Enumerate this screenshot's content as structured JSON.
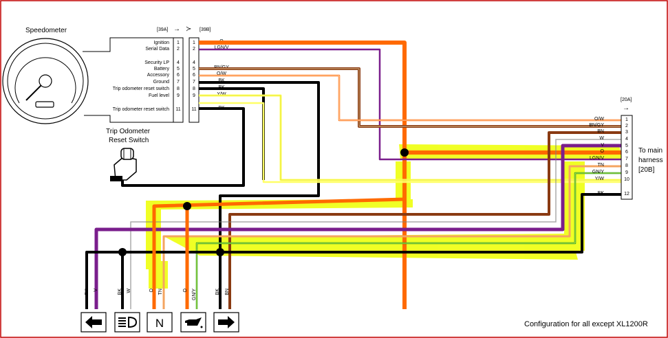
{
  "speedometer": {
    "title": "Speedometer"
  },
  "trip_switch": {
    "line1": "Trip Odometer",
    "line2": "Reset Switch"
  },
  "connector_a": {
    "label": "[39A]",
    "arrow": "→"
  },
  "connector_b": {
    "label": "[39B]"
  },
  "pins_left": [
    {
      "name": "Ignition",
      "num": "1"
    },
    {
      "name": "Serial Data",
      "num": "2"
    },
    {
      "name": "Security LP",
      "num": "4"
    },
    {
      "name": "Battery",
      "num": "5"
    },
    {
      "name": "Accessory",
      "num": "6"
    },
    {
      "name": "Ground",
      "num": "7"
    },
    {
      "name": "Trip odometer reset switch",
      "num": "8"
    },
    {
      "name": "Fuel level",
      "num": "9"
    },
    {
      "name": "Trip odometer reset switch",
      "num": "11"
    }
  ],
  "pins_right": [
    {
      "num": "1",
      "wire": "O"
    },
    {
      "num": "2",
      "wire": "LGN/V"
    },
    {
      "num": "4",
      "wire": ""
    },
    {
      "num": "5",
      "wire": "BN/GY"
    },
    {
      "num": "6",
      "wire": "O/W"
    },
    {
      "num": "7",
      "wire": "BK"
    },
    {
      "num": "8",
      "wire": "BK"
    },
    {
      "num": "9",
      "wire": "Y/W"
    },
    {
      "num": "11",
      "wire": "BK"
    }
  ],
  "connector_20a": {
    "label": "[20A]",
    "arrow": "→"
  },
  "pins_20a": [
    {
      "wire": "O/W",
      "num": "1"
    },
    {
      "wire": "BN/GY",
      "num": "2"
    },
    {
      "wire": "BN",
      "num": "3"
    },
    {
      "wire": "W",
      "num": "4"
    },
    {
      "wire": "V",
      "num": "5"
    },
    {
      "wire": "O",
      "num": "6"
    },
    {
      "wire": "LGN/V",
      "num": "7"
    },
    {
      "wire": "TN",
      "num": "8"
    },
    {
      "wire": "GN/Y",
      "num": "9"
    },
    {
      "wire": "Y/W",
      "num": "10"
    },
    {
      "wire": "BK",
      "num": "12"
    }
  ],
  "main_harness": {
    "line1": "To main",
    "line2": "harness",
    "line3": "[20B]"
  },
  "bottom_wires": [
    {
      "label": "BK"
    },
    {
      "label": "V"
    },
    {
      "label": "BK"
    },
    {
      "label": "W"
    },
    {
      "label": "O"
    },
    {
      "label": "TN"
    },
    {
      "label": "O"
    },
    {
      "label": "GN/Y"
    },
    {
      "label": "BK"
    },
    {
      "label": "BN"
    }
  ],
  "indicators": [
    {
      "icon": "left-turn-arrow-icon"
    },
    {
      "icon": "high-beam-icon"
    },
    {
      "icon": "neutral-icon",
      "text": "N"
    },
    {
      "icon": "oil-pressure-icon"
    },
    {
      "icon": "right-turn-arrow-icon"
    }
  ],
  "caption": "Configuration for all except XL1200R",
  "colors": {
    "orange": "#ff6a00",
    "purple": "#7a1e8c",
    "brown": "#8a3a12",
    "black": "#000000",
    "yellow": "#ffff66",
    "highlight": "#eeff00",
    "tan": "#f4a460",
    "green": "#1e9b1e",
    "frame": "#c00000"
  }
}
